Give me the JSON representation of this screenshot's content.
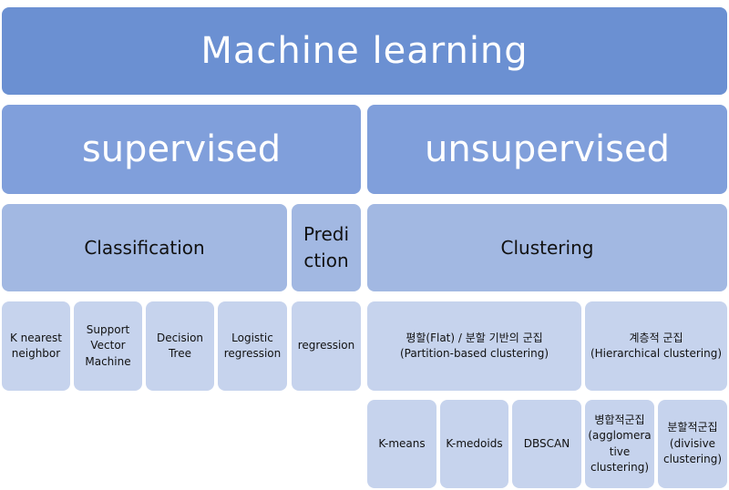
{
  "root": {
    "label": "Machine learning"
  },
  "supervised": {
    "label": "supervised",
    "classification": {
      "label": "Classification",
      "methods": [
        {
          "label": "K nearest\nneighbor"
        },
        {
          "label": "Support\nVector\nMachine"
        },
        {
          "label": "Decision\nTree"
        },
        {
          "label": "Logistic\nregression"
        }
      ]
    },
    "prediction": {
      "label": "Predi\nction",
      "methods": [
        {
          "label": "regression"
        }
      ]
    }
  },
  "unsupervised": {
    "label": "unsupervised",
    "clustering": {
      "label": "Clustering",
      "flat": {
        "label": "평할(Flat) / 분할 기반의 군집\n(Partition-based  clustering)",
        "methods": [
          {
            "label": "K-means"
          },
          {
            "label": "K-medoids"
          },
          {
            "label": "DBSCAN"
          }
        ]
      },
      "hierarchical": {
        "label": "계층적 군집\n(Hierarchical clustering)",
        "methods": [
          {
            "label": "병합적군집\n(agglomera\ntive\nclustering)"
          },
          {
            "label": "분할적군집\n(divisive\nclustering)"
          }
        ]
      }
    }
  },
  "colors": {
    "level1": "#6b90d2",
    "level2": "#809fdb",
    "level3": "#a2b8e2",
    "level4": "#c6d3ed"
  }
}
